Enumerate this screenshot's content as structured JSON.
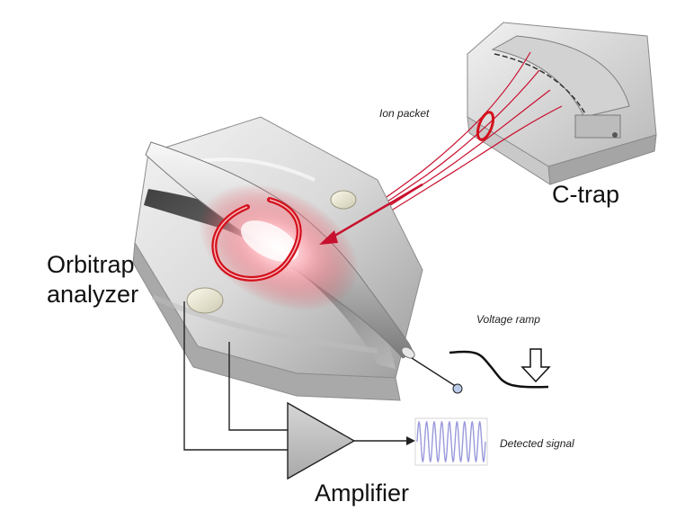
{
  "diagram": {
    "labels": {
      "ion_packet": "Ion packet",
      "c_trap": "C-trap",
      "orbitrap_line1": "Orbitrap",
      "orbitrap_line2": "analyzer",
      "voltage_ramp": "Voltage ramp",
      "detected_signal": "Detected signal",
      "amplifier": "Amplifier"
    },
    "colors": {
      "ion_path": "#c8102e",
      "ring": "#d4101c",
      "wire": "#222222",
      "amplifier_fill": "#bdbdbd",
      "signal": "#9a9adc",
      "metal_light": "#e8e8e8",
      "metal_dark": "#6e6e6e"
    },
    "icons": [
      "arrow-down-outline-icon",
      "voltage-ramp-curve-icon",
      "sine-signal-icon",
      "electrode-terminal-icon"
    ]
  }
}
